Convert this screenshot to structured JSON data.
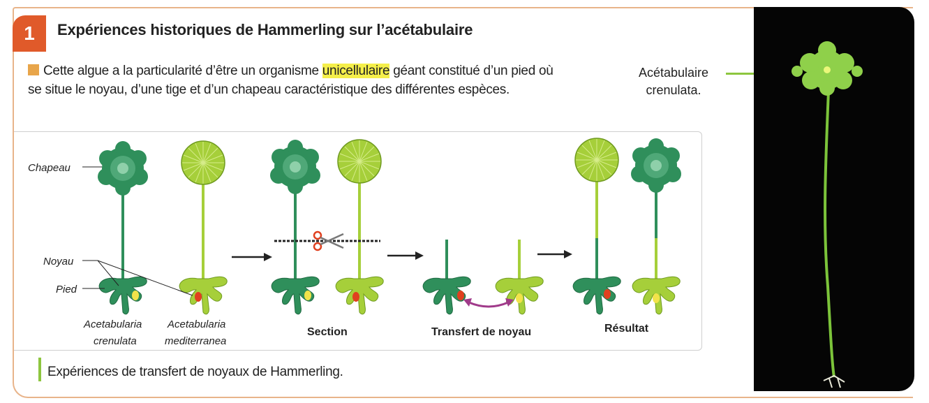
{
  "document": {
    "number": "1",
    "title": "Expériences historiques de Hammerling sur l’acétabulaire",
    "intro": {
      "before": "Cette algue a la particularité d’être un organisme ",
      "highlight": "unicellulaire",
      "after": " géant constitué d’un pied où se situe le noyau, d’une tige et d’un chapeau caractéristique des différentes espèces."
    },
    "diagram": {
      "labels": {
        "chapeau": "Chapeau",
        "noyau": "Noyau",
        "pied": "Pied"
      },
      "species": [
        {
          "line1": "Acetabularia",
          "line2": "crenulata"
        },
        {
          "line1": "Acetabularia",
          "line2": "mediterranea"
        }
      ],
      "stages": [
        "Section",
        "Transfert de noyau",
        "Résultat"
      ]
    },
    "caption": "Expériences de transfert de noyaux de Hammerling.",
    "photo_label": {
      "line1": "Acétabulaire",
      "line2": "crenulata."
    },
    "colors": {
      "accent": "#e05a2a",
      "dark_green": "#2f8f5b",
      "light_green": "#a6cf3a",
      "highlight": "#f5ef4a"
    }
  }
}
